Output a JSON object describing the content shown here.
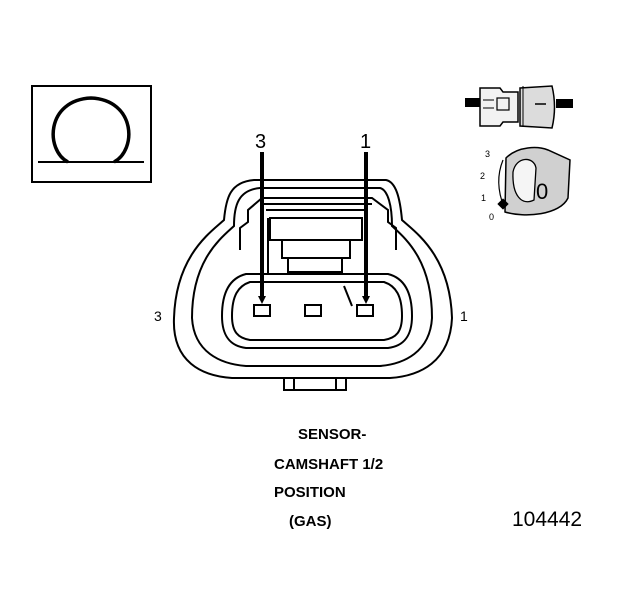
{
  "symbol_box": {
    "icon": "omega-icon"
  },
  "pins": {
    "top_left_number": "3",
    "top_right_number": "1",
    "side_left_number": "3",
    "side_right_number": "1"
  },
  "orientation_key": {
    "icon": "connector-key-icon",
    "scale": [
      "3",
      "2",
      "1",
      "0"
    ],
    "dial_value": "0"
  },
  "caption": {
    "line1": "SENSOR-",
    "line2": "CAMSHAFT 1/2",
    "line3": "POSITION",
    "line4": "(GAS)"
  },
  "figure_number": "104442",
  "colors": {
    "ink": "#000000",
    "background": "#ffffff",
    "key_fill": "#d0d0d0"
  }
}
